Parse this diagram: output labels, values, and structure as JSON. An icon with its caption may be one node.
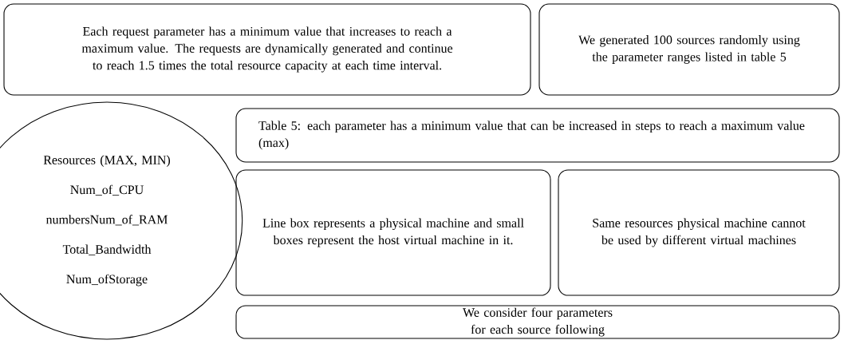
{
  "diagram": {
    "nodes": [
      {
        "text": [
          "Each request parameter has a minimum value that increases to reach a maximum value. The requests are dynamically generated and continue to reach 1.5 times the total resource capacity at each time interval."
        ]
      },
      {
        "text": [
          "We generated 100 sources randomly using the parameter ranges listed in table 5"
        ]
      },
      {
        "text": [
          "Resources (MAX, MIN)",
          "Num_of_CPU",
          "numbersNum_of_RAM",
          "Total_Bandwidth",
          "Num_ofStorage"
        ]
      },
      {
        "text": [
          "Table 5: each parameter has a minimum value that can be increased in steps to reach a maximum value (max)"
        ]
      },
      {
        "text": [
          "Line box represents a physical machine and small boxes represent the host virtual machine in it."
        ]
      },
      {
        "text": [
          "Same resources physical machine cannot be used by different virtual machines"
        ]
      },
      {
        "text": [
          "We consider four parameters for each source following"
        ]
      }
    ]
  }
}
